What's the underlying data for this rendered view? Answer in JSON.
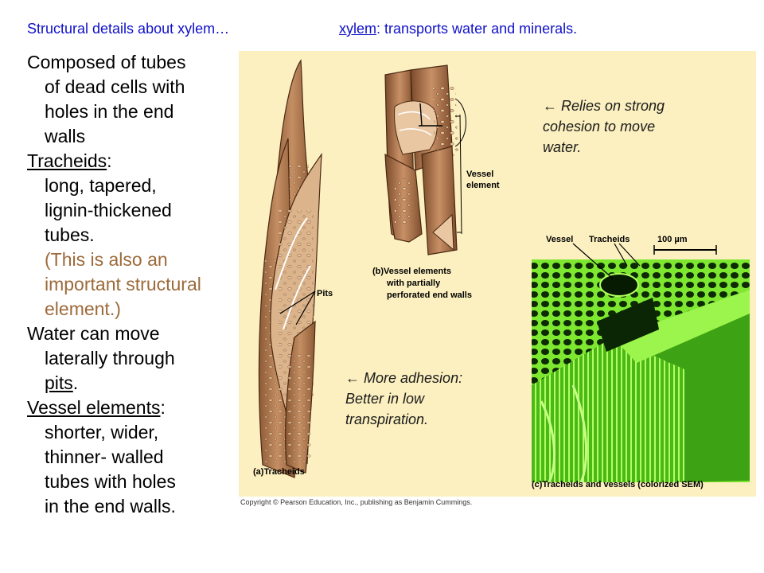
{
  "header": {
    "left": "Structural details about xylem…",
    "right_term": "xylem",
    "right_rest": ": transports water and minerals."
  },
  "body": {
    "line1": "Composed of tubes",
    "line2": "of dead cells with",
    "line3": "holes in the end",
    "line4": "walls",
    "tracheids_term": "Tracheids",
    "tracheids_colon": ":",
    "tr1": "long, tapered,",
    "tr2": "lignin-thickened",
    "tr3": "tubes.",
    "note1": "(This is also an",
    "note2": "important structural",
    "note3": "element.)",
    "water1": "Water can move",
    "water2": "laterally through",
    "pits_term": "pits",
    "pits_end": ".",
    "vessel_term": "Vessel elements",
    "vessel_colon": ":",
    "ve1": "shorter, wider,",
    "ve2": "thinner- walled",
    "ve3": "tubes with holes",
    "ve4": "in the end walls."
  },
  "figure": {
    "label_pits": "Pits",
    "label_vessel_element_1": "Vessel",
    "label_vessel_element_2": "element",
    "caption_b_1": "(b)Vessel elements",
    "caption_b_2": "with partially",
    "caption_b_3": "perforated end walls",
    "caption_a": "(a)Tracheids",
    "sem_vessel": "Vessel",
    "sem_tracheids": "Tracheids",
    "sem_scale": "100 µm",
    "caption_c": "(c)Tracheids and vessels (colorized SEM)",
    "note_cohesion_1": "← Relies on strong",
    "note_cohesion_2": "cohesion to move",
    "note_cohesion_3": "water.",
    "note_adhesion_1": "← More adhesion:",
    "note_adhesion_2": "Better in low",
    "note_adhesion_3": "transpiration.",
    "copyright": "Copyright © Pearson Education, Inc., publishing as Benjamin Cummings."
  },
  "colors": {
    "header_blue": "#1010c8",
    "note_brown": "#9c6a3a",
    "panel_bg": "#fcf0c0",
    "cell_brown": "#b07a52",
    "sem_green": "#5fd41c"
  }
}
